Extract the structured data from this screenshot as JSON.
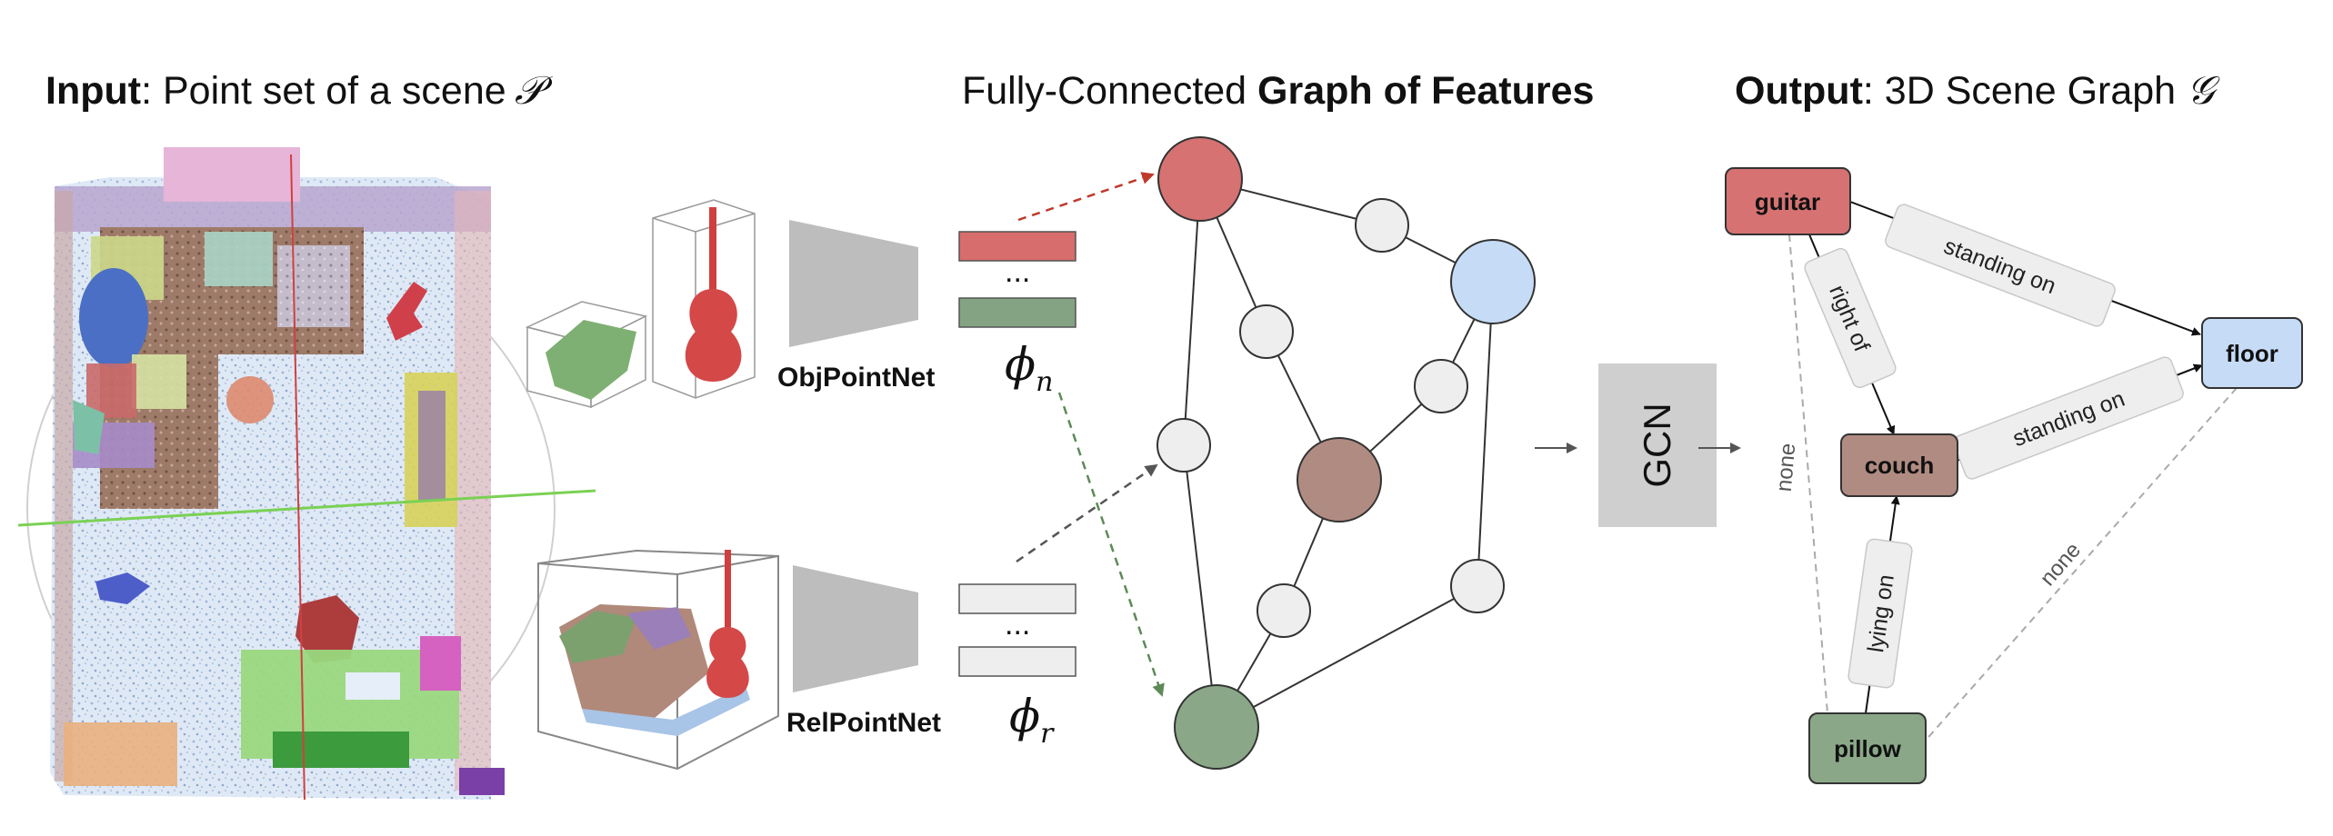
{
  "panels": {
    "input": {
      "title_bold": "Input",
      "title_rest": ": Point set of a scene",
      "symbol": "𝒫"
    },
    "graph": {
      "title_rest": "Fully-Connected ",
      "title_bold": "Graph of Features"
    },
    "output": {
      "title_bold": "Output",
      "title_rest": ": 3D Scene Graph",
      "symbol": "𝒢"
    }
  },
  "networks": {
    "obj": {
      "label": "ObjPointNet",
      "phi": "ϕ",
      "phi_sub": "n",
      "ellipsis": "..."
    },
    "rel": {
      "label": "RelPointNet",
      "phi": "ϕ",
      "phi_sub": "r",
      "ellipsis": "..."
    }
  },
  "gcn": {
    "label": "GCN"
  },
  "colors": {
    "red": "#d67272",
    "blue": "#c6dcf6",
    "brown": "#b08b81",
    "green": "#8aa888",
    "gray_node": "#eeeeee",
    "feature_red": "#d86d6d",
    "feature_green": "#84a383",
    "feature_gray": "#eeeeee",
    "pillar": "#bdbdbd",
    "arrow_red": "#c0392b",
    "arrow_green": "#5d8a57",
    "arrow_gray": "#555555"
  },
  "scene_graph": {
    "nodes": {
      "guitar": "guitar",
      "floor": "floor",
      "couch": "couch",
      "pillow": "pillow"
    },
    "edges": {
      "guitar_floor": "standing on",
      "guitar_couch": "right of",
      "couch_floor": "standing on",
      "pillow_couch": "lying on",
      "guitar_pillow": "none",
      "floor_pillow": "none"
    }
  }
}
